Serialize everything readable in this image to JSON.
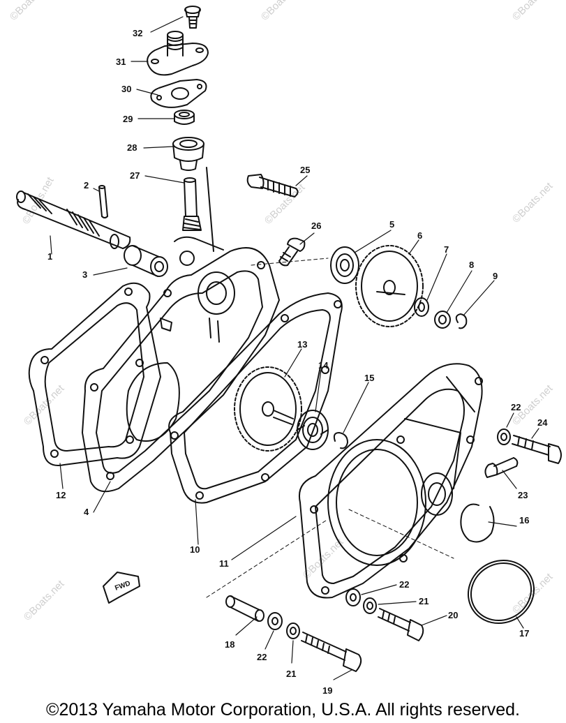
{
  "callouts": [
    "1",
    "2",
    "3",
    "4",
    "5",
    "6",
    "7",
    "8",
    "9",
    "10",
    "11",
    "12",
    "13",
    "14",
    "15",
    "16",
    "17",
    "18",
    "19",
    "20",
    "21",
    "22",
    "23",
    "24",
    "25",
    "26",
    "27",
    "28",
    "29",
    "30",
    "31",
    "32"
  ],
  "callouts_repeat": {
    "21b": "21",
    "22b": "22",
    "22c": "22"
  },
  "watermark": "©Boats.net",
  "fwd_label": "FWD",
  "copyright": "©2013 Yamaha Motor Corporation, U.S.A. All rights reserved.",
  "colors": {
    "line": "#111111",
    "background": "#ffffff",
    "watermark": "#cfcfcf"
  }
}
